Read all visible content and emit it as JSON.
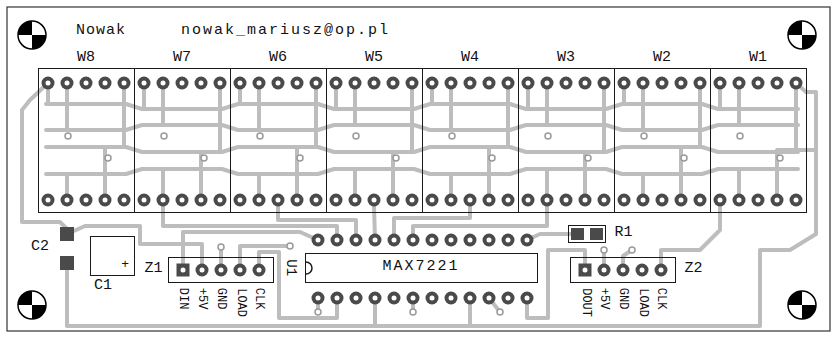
{
  "diagram": {
    "nodes": [
      {
        "text": [
          "W8"
        ]
      },
      {
        "text": [
          "W7"
        ]
      },
      {
        "text": [
          "W6"
        ]
      },
      {
        "text": [
          "W5"
        ]
      },
      {
        "text": [
          "W4"
        ]
      },
      {
        "text": [
          "W3"
        ]
      },
      {
        "text": [
          "W2"
        ]
      },
      {
        "text": [
          "W1"
        ]
      },
      {
        "text": [
          "C1",
          "+"
        ]
      },
      {
        "text": [
          "Z1"
        ]
      },
      {
        "text": [
          "U1",
          "MAX7221"
        ]
      },
      {
        "text": [
          "R1"
        ]
      },
      {
        "text": [
          "Z2"
        ]
      }
    ],
    "labels": [
      "Nowak",
      "nowak_mariusz@op.pl",
      "C2",
      "DIN",
      "+5V",
      "GND",
      "LOAD",
      "CLK",
      "DOUT",
      "+5V",
      "GND",
      "LOAD",
      "CLK"
    ]
  }
}
